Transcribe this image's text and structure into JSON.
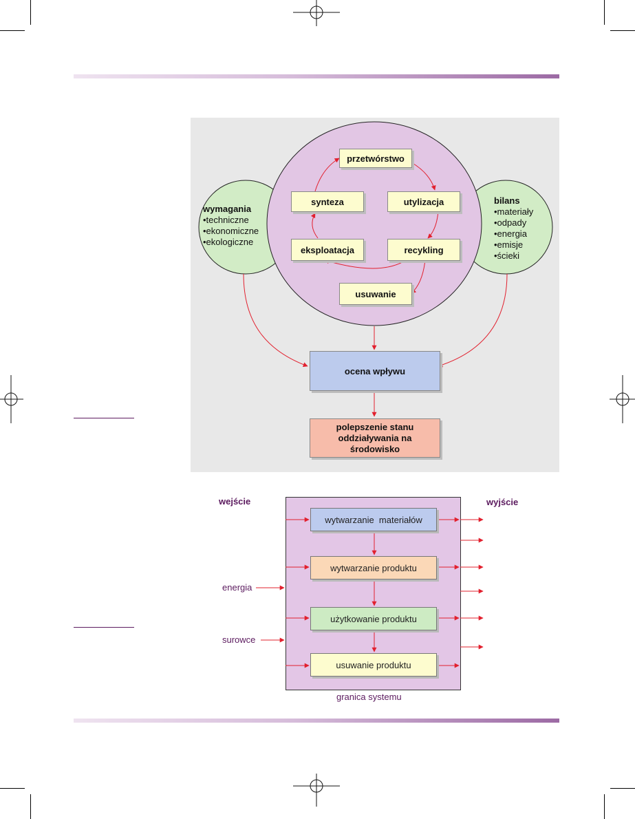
{
  "diagram1": {
    "cycle": {
      "przetworstwo": "przetwórstwo",
      "utylizacja": "utylizacja",
      "recykling": "recykling",
      "usuwanie": "usuwanie",
      "eksploatacja": "eksploatacja",
      "synteza": "synteza"
    },
    "wymagania": {
      "title": "wymagania",
      "items": [
        "•techniczne",
        "•ekonomiczne",
        "•ekologiczne"
      ]
    },
    "bilans": {
      "title": "bilans",
      "items": [
        "•materiały",
        "•odpady",
        "•energia",
        "•emisje",
        "•ścieki"
      ]
    },
    "ocena": "ocena wpływu",
    "polepszenie": [
      "polepszenie stanu",
      "oddziaływania na",
      "środowisko"
    ],
    "colors": {
      "panel": "#e8e8e8",
      "big_circle": "#e2c6e4",
      "side_circle": "#d2ecc6",
      "cycle_box": "#fdfccf",
      "ocena_box": "#bccbed",
      "polepszenie_box": "#f7bcaa",
      "arrow": "#e2202e"
    }
  },
  "diagram2": {
    "wejscie": "wejście",
    "wyjscie": "wyjście",
    "energia": "energia",
    "surowce": "surowce",
    "stages": [
      "wytwarzanie  materiałów",
      "wytwarzanie produktu",
      "użytkowanie produktu",
      "usuwanie produktu"
    ],
    "granica": "granica systemu",
    "colors": {
      "system": "#e3c6e6",
      "stage1": "#bccbee",
      "stage2": "#fbd8b7",
      "stage3": "#cdebc3",
      "stage4": "#fdfccf",
      "arrow": "#e2202e",
      "label": "#5b1a5e"
    }
  }
}
